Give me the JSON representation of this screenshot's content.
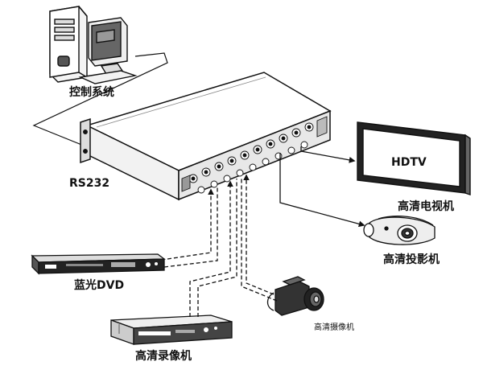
{
  "labels": {
    "control_system": "控制系统",
    "rs232": "RS232",
    "hd_tv": "高清电视机",
    "hdtv_screen_text": "HDTV",
    "hd_projector": "高清投影机",
    "bluray_dvd": "蓝光DVD",
    "hd_camera": "高清摄像机",
    "hd_recorder": "高清录像机"
  }
}
